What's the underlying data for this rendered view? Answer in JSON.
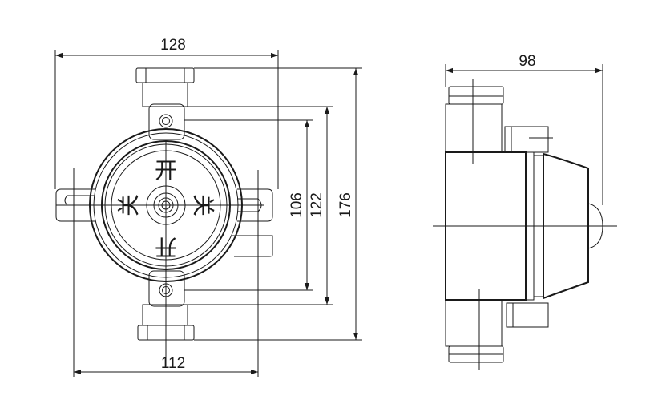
{
  "dimensions": {
    "front_width": "128",
    "base_width": "112",
    "mount_inner": "106",
    "mount_outer": "122",
    "overall_height": "176",
    "side_depth": "98"
  },
  "symbols": {
    "top": "开",
    "bottom": "开",
    "left": "关",
    "right": "关"
  },
  "colors": {
    "line": "#1a1a1a",
    "background": "#ffffff"
  }
}
